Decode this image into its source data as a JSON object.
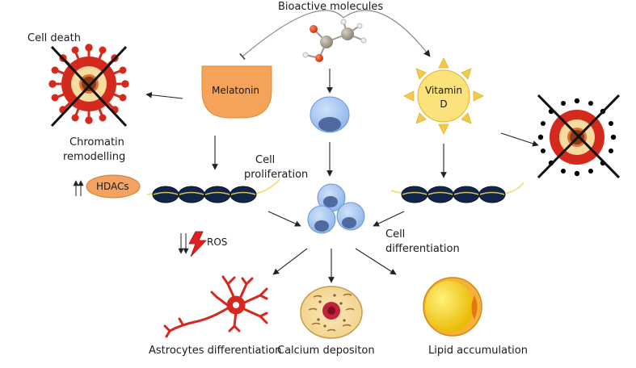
{
  "title": "Bioactive molecules",
  "labels": {
    "cell_death": "Cell death",
    "chromatin_line1": "Chromatin",
    "chromatin_line2": "remodelling",
    "hdacs": "HDACs",
    "ros": "ROS",
    "melatonin": "Melatonin",
    "vitamin_line1": "Vitamin",
    "vitamin_line2": "D",
    "cell_prolif_line1": "Cell",
    "cell_prolif_line2": "proliferation",
    "cell_diff_line1": "Cell",
    "cell_diff_line2": "differentiation",
    "astrocytes": "Astrocytes differentiation",
    "calcium": "Calcium depositon",
    "lipid": "Lipid accumulation"
  },
  "colors": {
    "melatonin_fill": "#f5a35a",
    "hdacs_fill": "#f4a261",
    "sun_fill": "#fbe27a",
    "sun_ray": "#f2c94c",
    "stem_cell": "#9fc3ee",
    "nucleus": "#4f6a9e",
    "nucleosome": "#12264a",
    "virus_red": "#d42a1e",
    "virus_core": "#f7dca0",
    "ros_red": "#e02020",
    "neuron_red": "#d6281e",
    "lipid_yellow": "#f6d415"
  }
}
